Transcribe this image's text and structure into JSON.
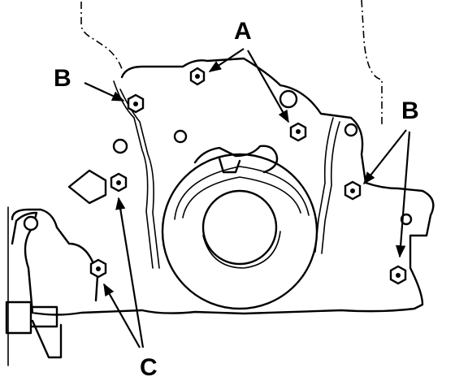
{
  "labels": {
    "a": "A",
    "b_left": "B",
    "b_right": "B",
    "c": "C"
  },
  "colors": {
    "line": "#000000",
    "background": "#ffffff"
  }
}
